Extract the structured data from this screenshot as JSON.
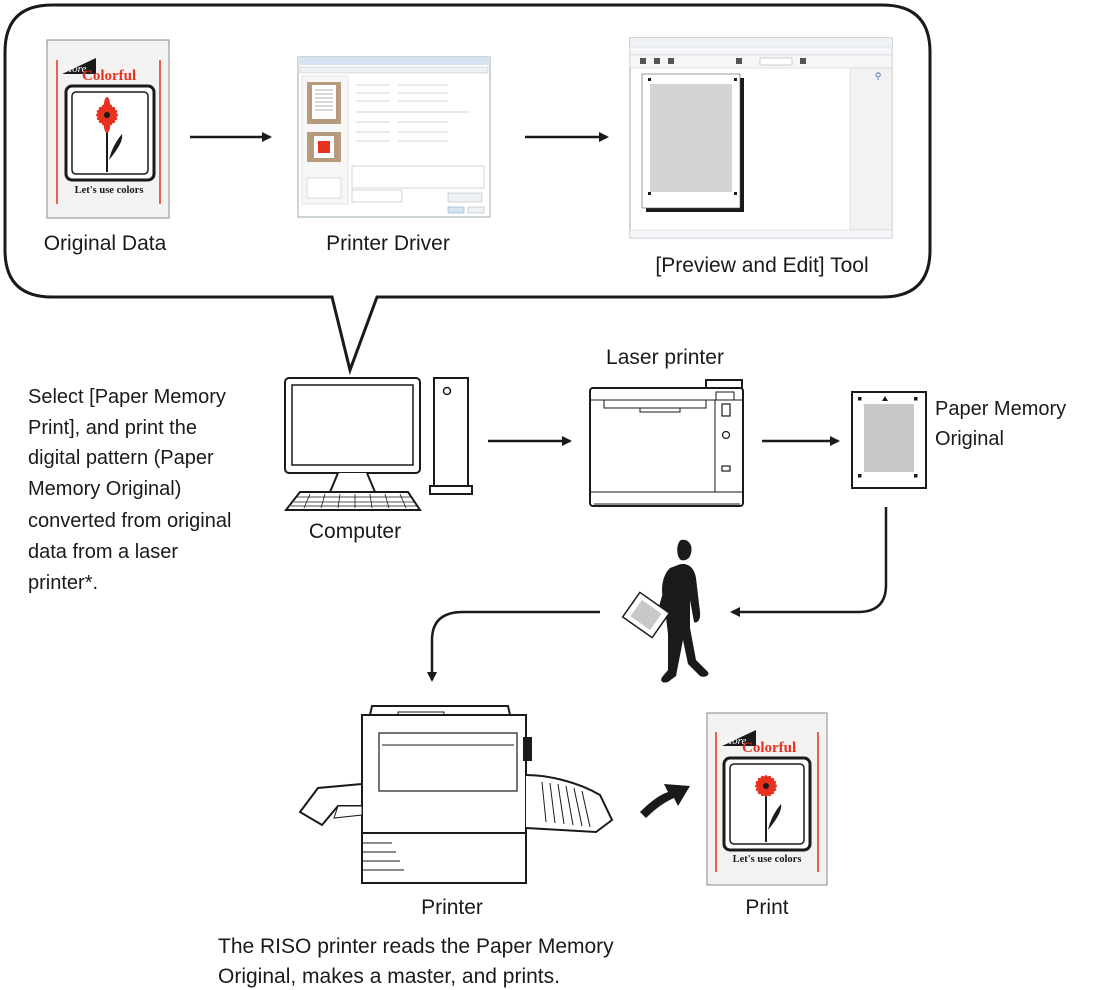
{
  "bubble": {
    "original_data": {
      "label": "Original Data",
      "doc_more": "More",
      "doc_colorful": "Colorful",
      "doc_footer": "Let's use colors"
    },
    "printer_driver": {
      "label": "Printer Driver"
    },
    "preview_tool": {
      "label": "[Preview and Edit] Tool"
    }
  },
  "computer": {
    "label": "Computer",
    "description": [
      "Select [Paper Memory",
      "Print], and print the",
      "digital pattern (Paper",
      "Memory Original)",
      "converted from original",
      "data from a laser",
      "printer*."
    ]
  },
  "laser_printer": {
    "label": "Laser printer"
  },
  "paper_memory": {
    "label": [
      "Paper Memory",
      "Original"
    ]
  },
  "riso_printer": {
    "label": "Printer",
    "description": [
      "The RISO printer reads the Paper Memory",
      "Original, makes a master, and prints."
    ]
  },
  "print": {
    "label": "Print",
    "doc_more": "More",
    "doc_colorful": "Colorful",
    "doc_footer": "Let's use colors"
  },
  "colors": {
    "line": "#1a1a1a",
    "accent_red": "#e8311e",
    "paper_gray": "#c8c8c8",
    "tan": "#b59a7b",
    "screen_blue": "#d6e3f3"
  }
}
